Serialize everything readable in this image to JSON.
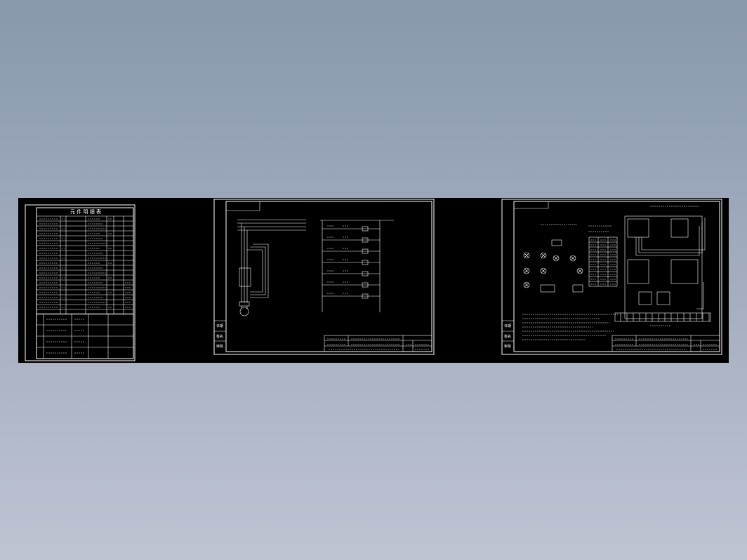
{
  "sheet1": {
    "title": "元 件 明 细 表"
  },
  "sheet2": {
    "side_labels": [
      "日期",
      "签名",
      "审核"
    ]
  },
  "sheet3": {
    "side_labels": [
      "日期",
      "签名",
      "审核"
    ]
  }
}
